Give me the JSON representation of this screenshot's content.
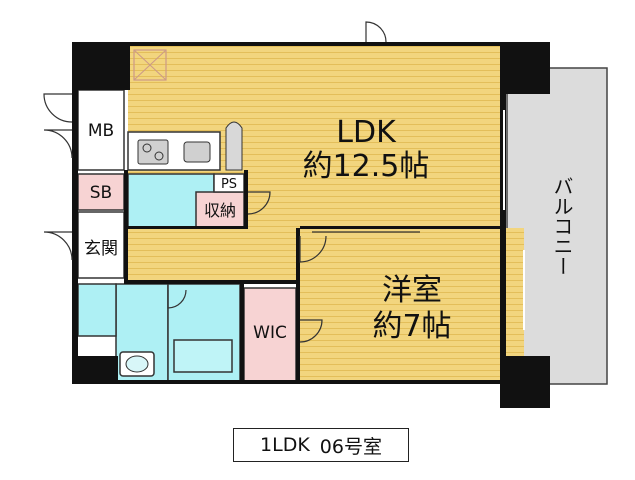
{
  "rooms": {
    "ldk": {
      "name": "LDK",
      "size": "約12.5帖"
    },
    "western": {
      "name": "洋室",
      "size": "約7帖"
    },
    "balcony": "バルコニー",
    "mb": "MB",
    "sb": "SB",
    "ps": "PS",
    "storage": "収納",
    "entrance": "玄関",
    "wic": "WIC"
  },
  "caption": {
    "layout": "1LDK",
    "unit": "06号室"
  },
  "colors": {
    "wood": "#f0d27a",
    "wet_area": "#aef0f4",
    "closet": "#f7d3d3",
    "corridor": "#ffe9a8",
    "balcony": "#dcdcdc",
    "wall": "#111111"
  }
}
